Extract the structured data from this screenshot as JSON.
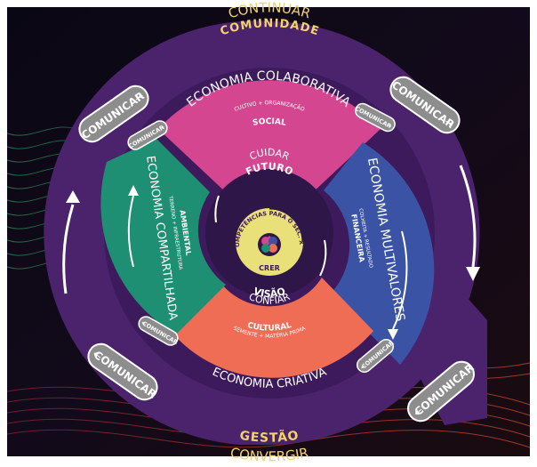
{
  "colors": {
    "background": "#0b0712",
    "outer_ring": "#4b226c",
    "inner_ring": "#3d1a5c",
    "collab": "#d4468f",
    "multi": "#3b53a4",
    "criativa": "#ef6c55",
    "compart": "#1e8f73",
    "center": "#e9e07a",
    "label_gold": "#f2d36a",
    "button_fill": "#8d8d8d"
  },
  "outer": {
    "top_small": "CONTINUAR",
    "top_big": "COMUNIDADE",
    "bottom_big": "GESTÃO",
    "bottom_small": "CONVERGIR"
  },
  "sectors": {
    "collab": {
      "title": "ECONOMIA COLABORATIVA",
      "sub_small": "CULTIVO + ORGANIZAÇÃO",
      "sub_big": "SOCIAL"
    },
    "multi": {
      "title": "ECONOMIA MULTIVALORES",
      "sub_small": "COLHEITA + RESULTADO",
      "sub_big": "FINANCEIRA"
    },
    "criativa": {
      "title": "ECONOMIA CRIATIVA",
      "sub_small": "SEMENTE + MATÉRIA PRIMA",
      "sub_big": "CULTURAL"
    },
    "compart": {
      "title": "ECONOMIA COMPARTILHADA",
      "sub_small": "TERRENO + INFRAESTRUTURA",
      "sub_big": "AMBIENTAL"
    }
  },
  "inner": {
    "top_small": "CUIDAR",
    "top_big": "FUTURO",
    "bottom_big": "VISÃO",
    "bottom_small": "CONFIAR"
  },
  "center": {
    "arc_text": "COMPETÊNCIAS PARA O SEC. XXI",
    "bottom": "CRER"
  },
  "buttons": {
    "large": [
      "COMUNICAR",
      "COMUNICAR",
      "COMUNICAR",
      "COMUNICAR"
    ],
    "small": [
      "COMUNICAR",
      "COMUNICAR",
      "COMUNICAR",
      "COMUNICAR"
    ]
  }
}
